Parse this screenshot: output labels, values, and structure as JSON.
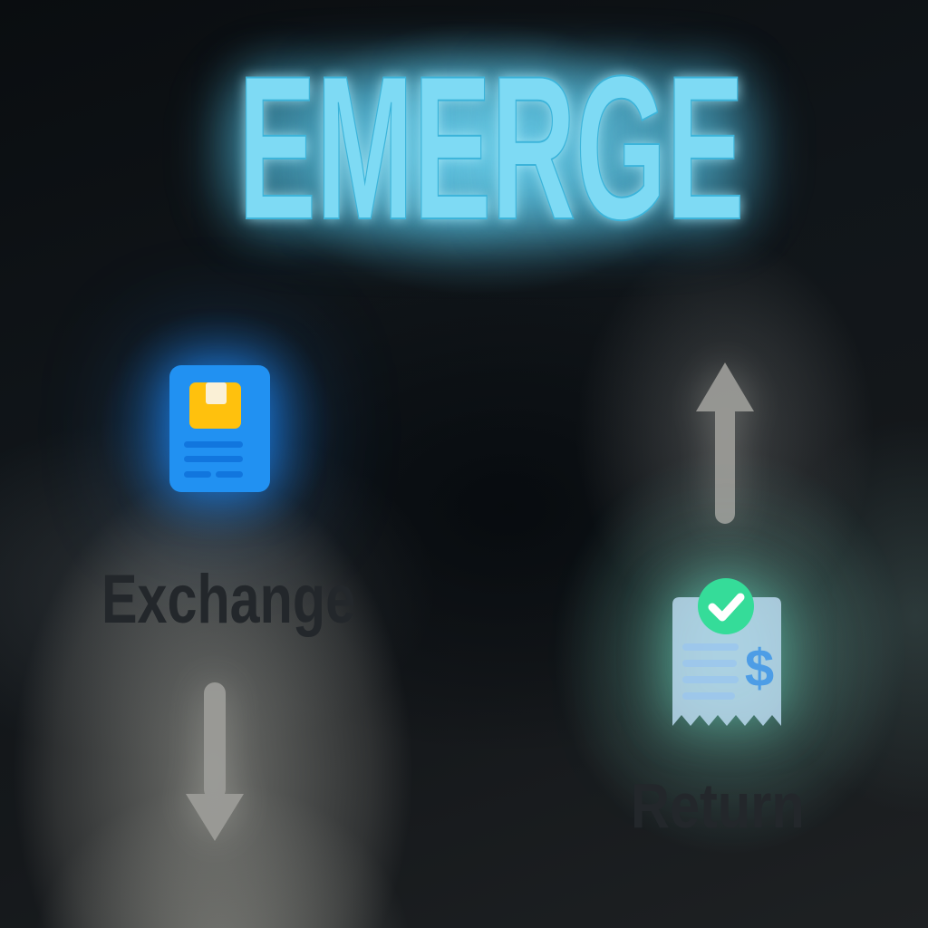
{
  "title": {
    "text": "EMERGE"
  },
  "flows": {
    "exchange": {
      "label": "Exchange",
      "icon": "package-document-icon",
      "arrow_direction": "down"
    },
    "return": {
      "label": "Return",
      "icon": "receipt-check-dollar-icon",
      "currency_symbol": "$",
      "arrow_direction": "up"
    }
  },
  "colors": {
    "title_text": "#7edaf4",
    "title_stroke": "#3cb4da",
    "label_text": "#23272b",
    "card_blue": "#2191f2",
    "card_lines": "#0e6fd8",
    "package_amber": "#ffc10d",
    "package_tape": "#faf0d6",
    "receipt_body": "#bbd9f0",
    "receipt_lines": "#9cc8ed",
    "receipt_dollar": "#4d9de6",
    "check_green": "#35dc99",
    "check_mark": "#ffffff",
    "arrow_gray": "#9e9e9a"
  }
}
